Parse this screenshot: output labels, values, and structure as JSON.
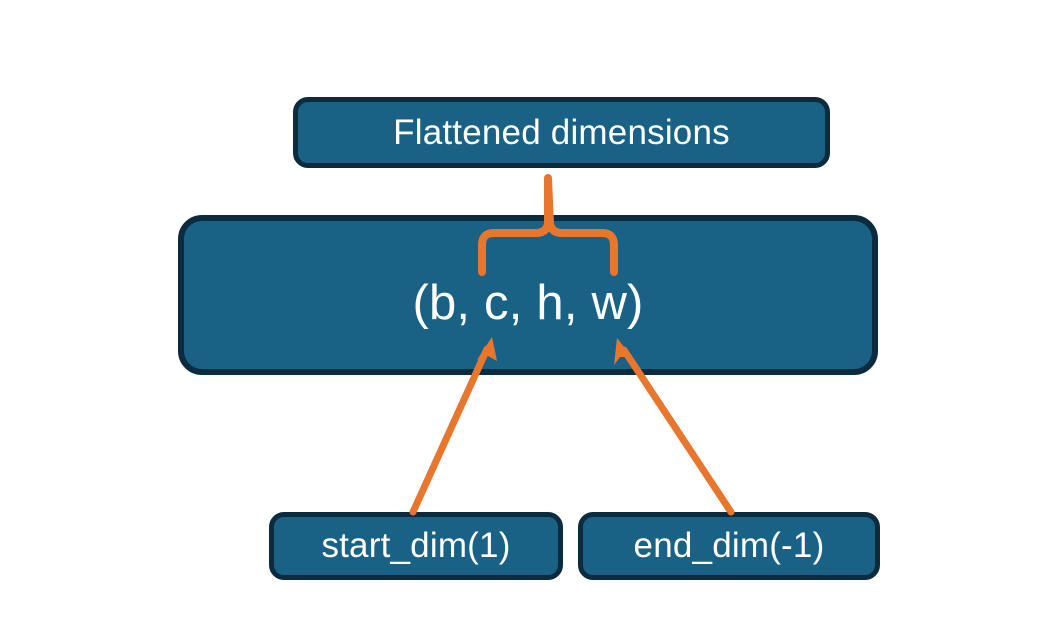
{
  "diagram": {
    "title_node": {
      "label": "Flattened dimensions"
    },
    "shape_node": {
      "label": "(b, c, h, w)"
    },
    "start_node": {
      "label": "start_dim(1)"
    },
    "end_node": {
      "label": "end_dim(-1)"
    },
    "colors": {
      "box_fill": "#1a6285",
      "box_border": "#0d2b3e",
      "accent": "#e8762c",
      "text": "#ffffff",
      "background": "#ffffff"
    },
    "connectors": {
      "brace": "flattened-range-brace",
      "start_arrow": "start-dim-arrow",
      "end_arrow": "end-dim-arrow"
    }
  }
}
